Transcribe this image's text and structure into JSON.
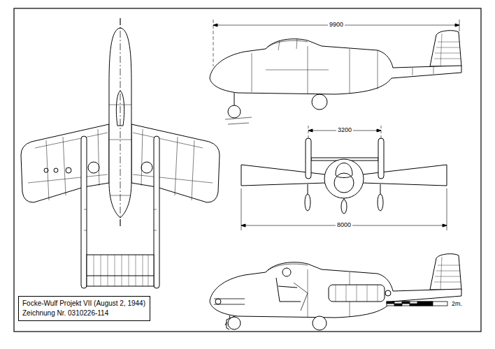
{
  "diagram": {
    "nodes": [
      {
        "text": [
          "Focke-Wulf Projekt VII (August 2, 1944)",
          "Zeichnung Nr. 0310226-114"
        ]
      }
    ],
    "labels": [
      "9900",
      "3200",
      "8000",
      "2m."
    ]
  }
}
